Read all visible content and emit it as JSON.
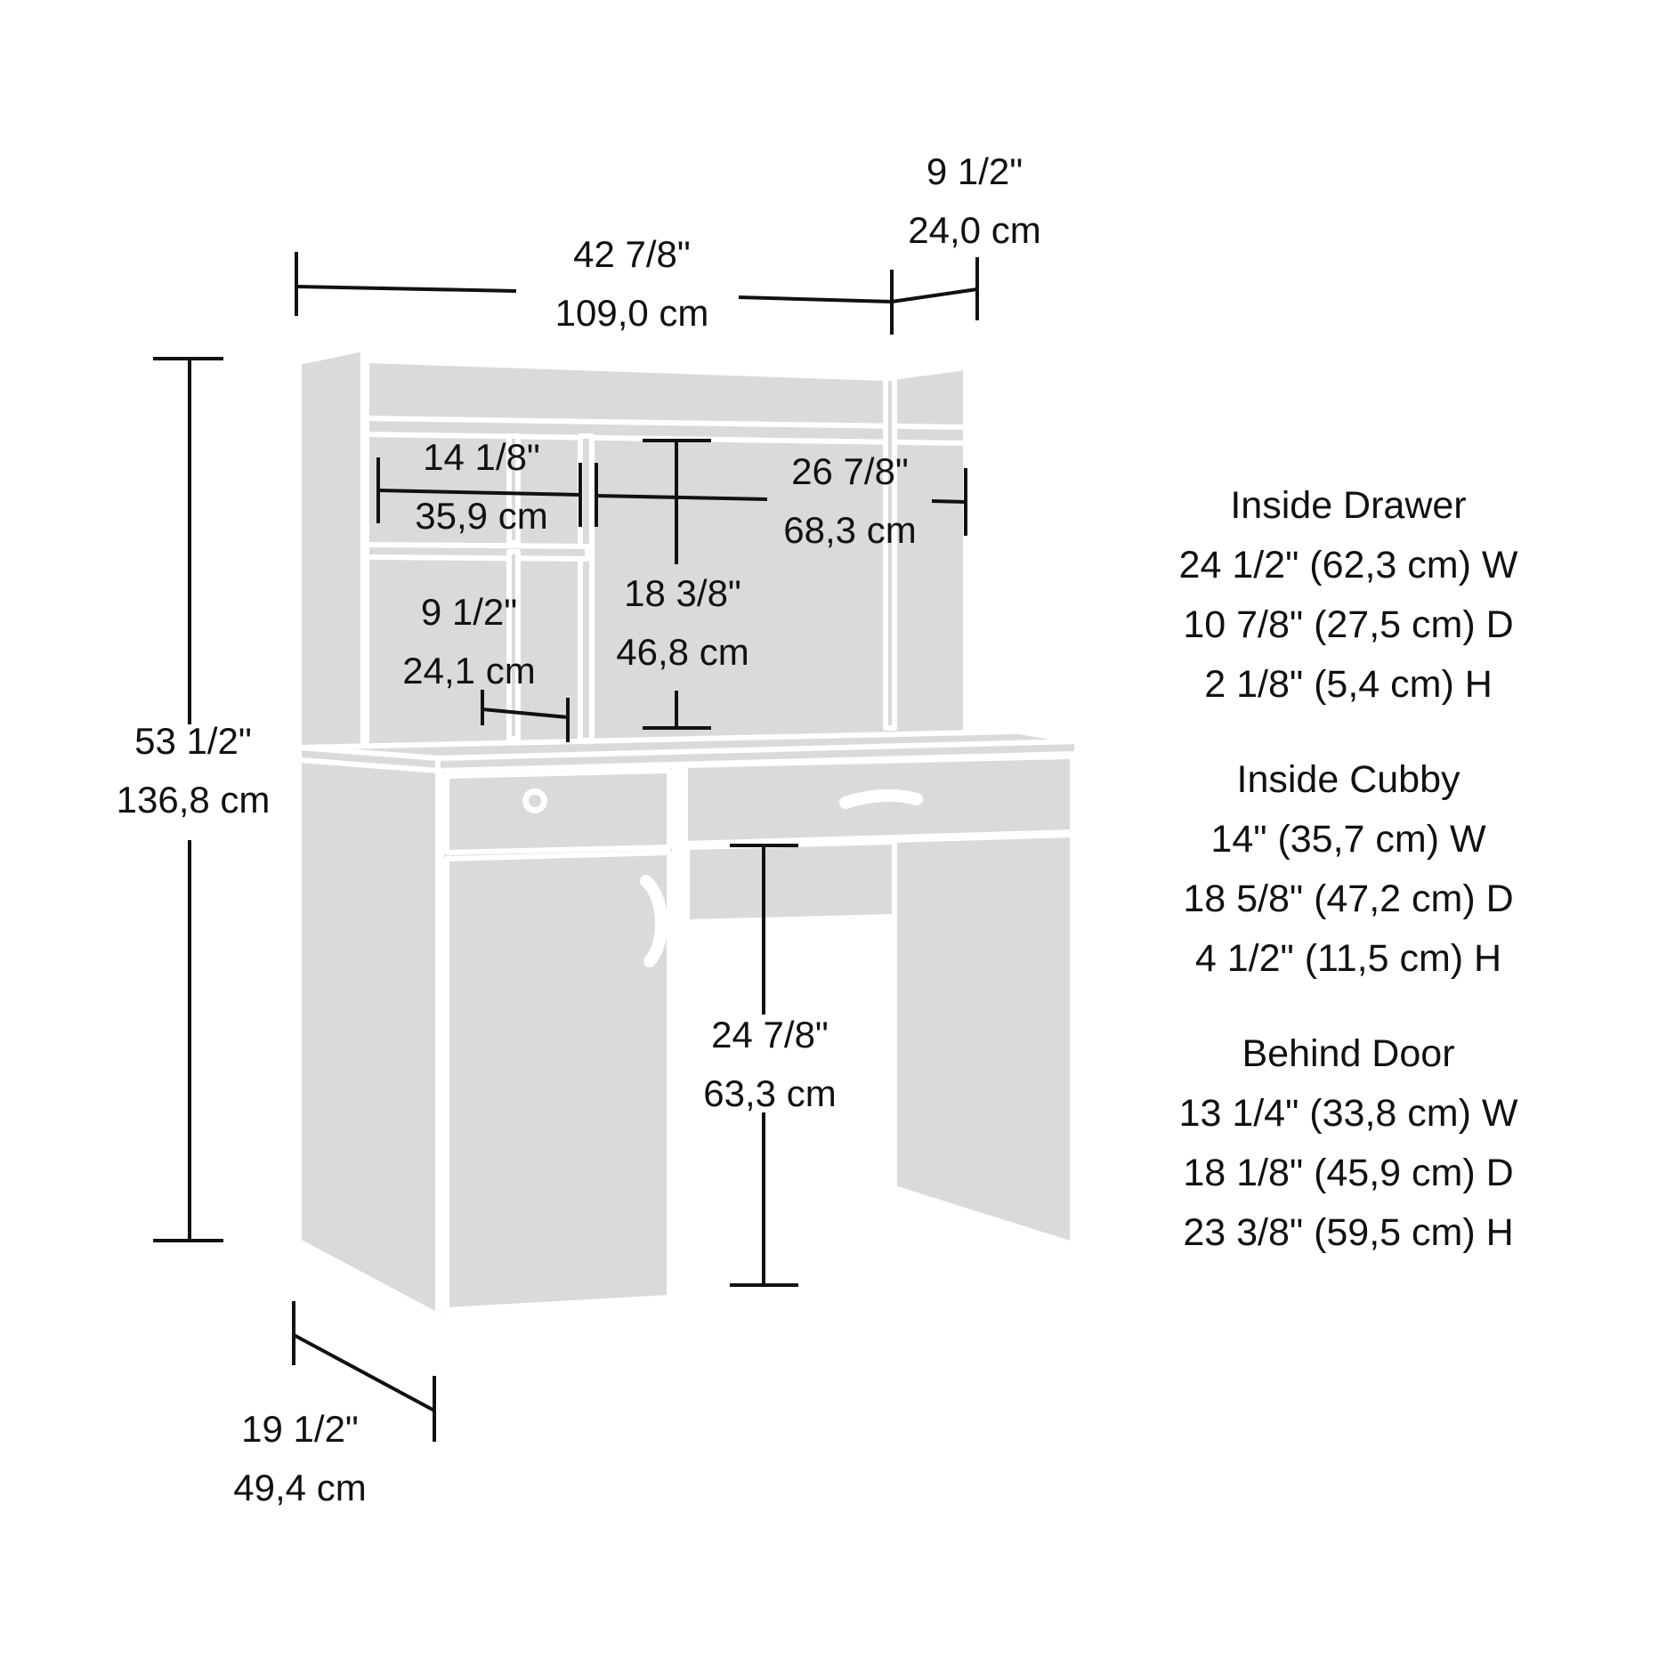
{
  "dimensions": {
    "total_width": {
      "in": "42 7/8\"",
      "cm": "109,0 cm"
    },
    "hutch_depth": {
      "in": "9 1/2\"",
      "cm": "24,0 cm"
    },
    "cubby_width": {
      "in": "14 1/8\"",
      "cm": "35,9 cm"
    },
    "shelf_width": {
      "in": "26 7/8\"",
      "cm": "68,3 cm"
    },
    "shelf_height": {
      "in": "18 3/8\"",
      "cm": "46,8 cm"
    },
    "cubby_depth": {
      "in": "9 1/2\"",
      "cm": "24,1 cm"
    },
    "total_height": {
      "in": "53 1/2\"",
      "cm": "136,8 cm"
    },
    "knee_height": {
      "in": "24 7/8\"",
      "cm": "63,3 cm"
    },
    "desk_depth": {
      "in": "19 1/2\"",
      "cm": "49,4 cm"
    }
  },
  "specs": [
    {
      "title": "Inside Drawer",
      "lines": [
        "24 1/2\" (62,3 cm) W",
        "10 7/8\" (27,5 cm) D",
        "2 1/8\" (5,4 cm) H"
      ]
    },
    {
      "title": "Inside Cubby",
      "lines": [
        "14\" (35,7 cm) W",
        "18 5/8\" (47,2 cm) D",
        "4 1/2\" (11,5 cm) H"
      ]
    },
    {
      "title": "Behind Door",
      "lines": [
        "13 1/4\" (33,8 cm) W",
        "18 1/8\" (45,9 cm) D",
        "23 3/8\" (59,5 cm) H"
      ]
    }
  ],
  "colors": {
    "panel": "#d9dad9",
    "edge": "#ffffff",
    "line": "#111111"
  }
}
